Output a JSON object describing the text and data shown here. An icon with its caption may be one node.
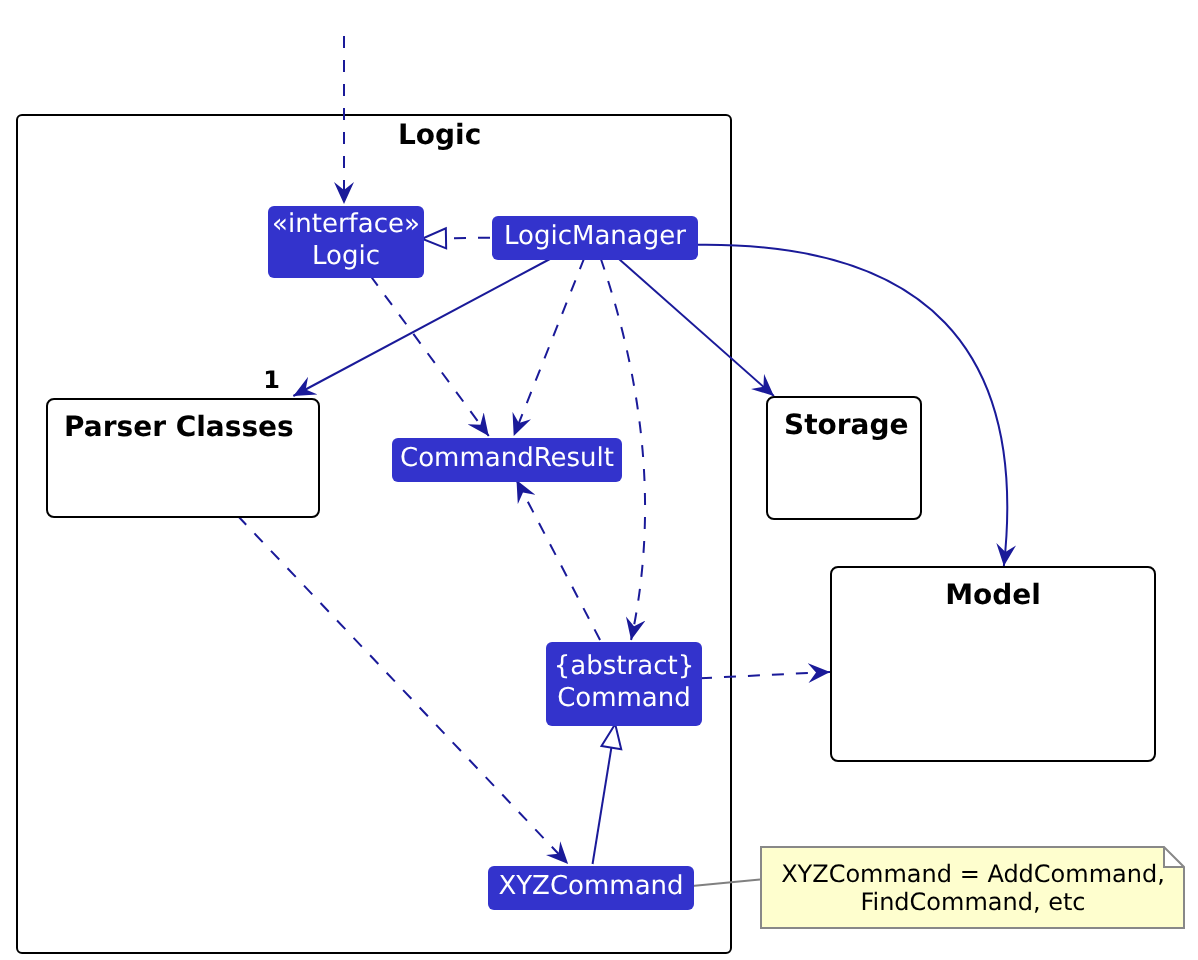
{
  "diagram": {
    "nodes": [
      {
        "text": [
          "Logic"
        ]
      },
      {
        "text": [
          "«interface»",
          "Logic"
        ],
        "in": 0
      },
      {
        "text": [
          "LogicManager"
        ],
        "in": 0
      },
      {
        "text": [
          "Parser Classes"
        ],
        "in": 0
      },
      {
        "text": [
          "CommandResult"
        ],
        "in": 0
      },
      {
        "text": [
          "{abstract}",
          "Command"
        ],
        "in": 0
      },
      {
        "text": [
          "XYZCommand"
        ],
        "in": 0
      },
      {
        "text": [
          "Storage"
        ]
      },
      {
        "text": [
          "Model"
        ]
      },
      {
        "text": [
          "XYZCommand = AddCommand, FindCommand, etc"
        ]
      }
    ],
    "edges": [
      {
        "from": null,
        "to": 1,
        "arrow": "to",
        "style": "dashed"
      },
      {
        "from": 2,
        "to": 1,
        "arrow": "to",
        "style": "dashed"
      },
      {
        "from": 2,
        "to": 3,
        "arrow": "to",
        "label": "1"
      },
      {
        "from": 2,
        "to": 4,
        "arrow": "to",
        "style": "dashed"
      },
      {
        "from": 1,
        "to": 4,
        "arrow": "to",
        "style": "dashed"
      },
      {
        "from": 2,
        "to": 5,
        "arrow": "to",
        "style": "dashed"
      },
      {
        "from": 2,
        "to": 7,
        "arrow": "to"
      },
      {
        "from": 2,
        "to": 8,
        "arrow": "to"
      },
      {
        "from": 3,
        "to": 6,
        "arrow": "to",
        "style": "dashed"
      },
      {
        "from": 5,
        "to": 4,
        "arrow": "to",
        "style": "dashed"
      },
      {
        "from": 5,
        "to": 8,
        "arrow": "to",
        "style": "dashed"
      },
      {
        "from": 6,
        "to": 5,
        "arrow": "to"
      },
      {
        "from": 9,
        "to": 6,
        "arrow": "none",
        "color": "#808080"
      }
    ]
  }
}
